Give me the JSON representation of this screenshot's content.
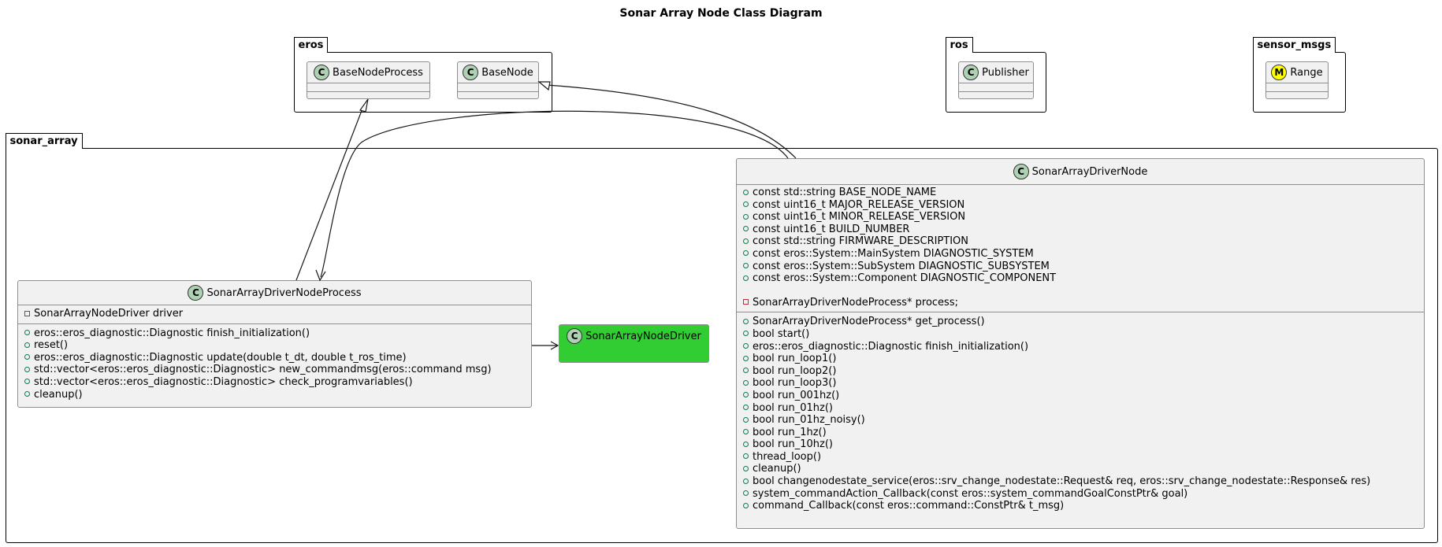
{
  "diagram": {
    "title": "Sonar Array Node Class Diagram",
    "colors": {
      "class_fill": "#F1F1F1",
      "class_border": "#8E8E8E",
      "stereotype_class": "#ADD1B2",
      "stereotype_message": "#FFFF00",
      "highlight_fill": "#32CD32",
      "public_marker": "#038048",
      "private_marker": "#C82930"
    },
    "packages": {
      "eros": {
        "name": "eros"
      },
      "ros": {
        "name": "ros"
      },
      "sensor_msgs": {
        "name": "sensor_msgs"
      },
      "sonar_array": {
        "name": "sonar_array"
      }
    },
    "classes": {
      "base_node_process": {
        "stereotype": "C",
        "name": "BaseNodeProcess"
      },
      "base_node": {
        "stereotype": "C",
        "name": "BaseNode"
      },
      "publisher": {
        "stereotype": "C",
        "name": "Publisher"
      },
      "range": {
        "stereotype": "M",
        "name": "Range"
      },
      "sonar_array_node_driver": {
        "stereotype": "C",
        "name": "SonarArrayNodeDriver"
      },
      "driver_node_process": {
        "stereotype": "C",
        "name": "SonarArrayDriverNodeProcess",
        "attributes": [
          "SonarArrayNodeDriver driver"
        ],
        "methods": [
          "eros::eros_diagnostic::Diagnostic finish_initialization()",
          "reset()",
          "eros::eros_diagnostic::Diagnostic update(double t_dt, double t_ros_time)",
          "std::vector<eros::eros_diagnostic::Diagnostic> new_commandmsg(eros::command msg)",
          "std::vector<eros::eros_diagnostic::Diagnostic> check_programvariables()",
          "cleanup()"
        ]
      },
      "driver_node": {
        "stereotype": "C",
        "name": "SonarArrayDriverNode",
        "attributes": [
          "const std::string BASE_NODE_NAME",
          "const uint16_t MAJOR_RELEASE_VERSION",
          "const uint16_t MINOR_RELEASE_VERSION",
          "const uint16_t BUILD_NUMBER",
          "const std::string FIRMWARE_DESCRIPTION",
          "const eros::System::MainSystem DIAGNOSTIC_SYSTEM",
          "const eros::System::SubSystem DIAGNOSTIC_SUBSYSTEM",
          "const eros::System::Component DIAGNOSTIC_COMPONENT"
        ],
        "private_attributes": [
          "SonarArrayDriverNodeProcess* process;"
        ],
        "methods": [
          "SonarArrayDriverNodeProcess* get_process()",
          "bool start()",
          "eros::eros_diagnostic::Diagnostic finish_initialization()",
          "bool run_loop1()",
          "bool run_loop2()",
          "bool run_loop3()",
          "bool run_001hz()",
          "bool run_01hz()",
          "bool run_01hz_noisy()",
          "bool run_1hz()",
          "bool run_10hz()",
          "thread_loop()",
          "cleanup()",
          "bool changenodestate_service(eros::srv_change_nodestate::Request& req, eros::srv_change_nodestate::Response& res)",
          "system_commandAction_Callback(const eros::system_commandGoalConstPtr& goal)",
          "command_Callback(const eros::command::ConstPtr& t_msg)"
        ]
      }
    }
  }
}
